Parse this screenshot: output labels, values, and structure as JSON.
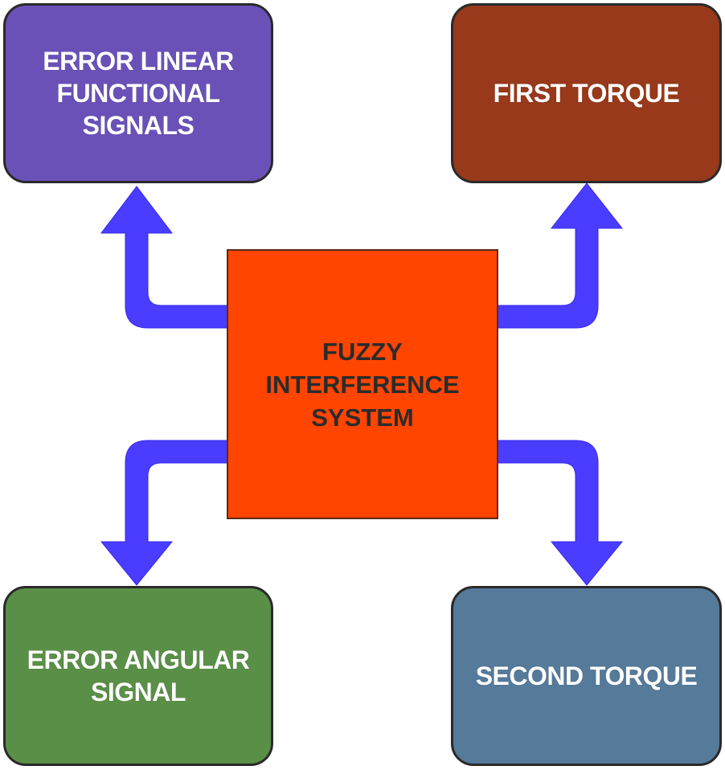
{
  "diagram": {
    "center": {
      "label": "FUZZY\nINTERFERENCE\nSYSTEM",
      "color": "#ff4500"
    },
    "outputs": [
      {
        "id": "top-left",
        "label": "ERROR LINEAR\nFUNCTIONAL\nSIGNALS",
        "color": "#6a51b8"
      },
      {
        "id": "top-right",
        "label": "FIRST TORQUE",
        "color": "#97391a"
      },
      {
        "id": "bottom-left",
        "label": "ERROR ANGULAR\nSIGNAL",
        "color": "#5a8f47"
      },
      {
        "id": "bottom-right",
        "label": "SECOND TORQUE",
        "color": "#557a9a"
      }
    ],
    "arrow_color": "#4b3dff"
  }
}
